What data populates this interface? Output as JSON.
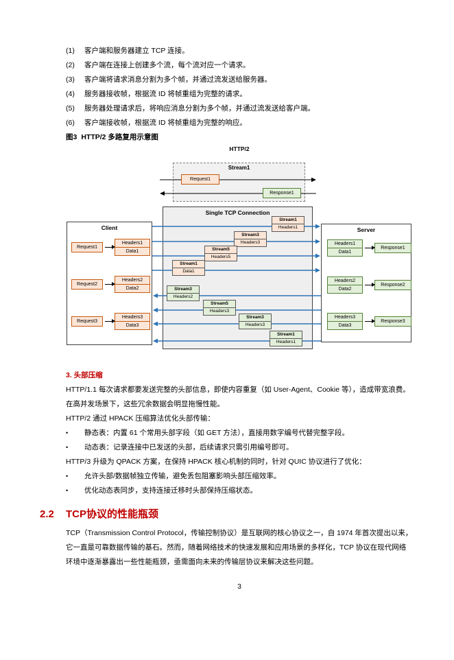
{
  "steps": [
    {
      "num": "(1)",
      "text": "客户端和服务器建立 TCP 连接。"
    },
    {
      "num": "(2)",
      "text": "客户端在连接上创建多个流，每个流对应一个请求。"
    },
    {
      "num": "(3)",
      "text": "客户端将请求消息分割为多个帧，并通过流发送给服务器。"
    },
    {
      "num": "(4)",
      "text": "服务器接收帧，根据流 ID 将帧重组为完整的请求。"
    },
    {
      "num": "(5)",
      "text": "服务器处理请求后，将响应消息分割为多个帧，并通过流发送给客户端。"
    },
    {
      "num": "(6)",
      "text": "客户端接收帧，根据流 ID 将帧重组为完整的响应。"
    }
  ],
  "figure": {
    "caption_label": "图3",
    "caption_text": "HTTP/2 多路复用示意图",
    "diagram": {
      "title": "HTTP/2",
      "stream_group": {
        "label": "Stream1",
        "request": "Request1",
        "response": "Response1"
      },
      "tcp_title": "Single TCP Connection",
      "client": {
        "title": "Client",
        "rows": [
          {
            "request": "Request1",
            "headers": "Headers1",
            "data": "Data1"
          },
          {
            "request": "Request2",
            "headers": "Headers2",
            "data": "Data2"
          },
          {
            "request": "Request3",
            "headers": "Headers3",
            "data": "Data3"
          }
        ]
      },
      "server": {
        "title": "Server",
        "rows": [
          {
            "headers": "Headers1",
            "data": "Data1",
            "response": "Response1"
          },
          {
            "headers": "Headers2",
            "data": "Data2",
            "response": "Response2"
          },
          {
            "headers": "Headers3",
            "data": "Data3",
            "response": "Response3"
          }
        ]
      },
      "frames": [
        {
          "stream": "Stream1",
          "label": "Headers1"
        },
        {
          "stream": "Stream3",
          "label": "Headers3"
        },
        {
          "stream": "Stream5",
          "label": "Headers5"
        },
        {
          "stream": "Stream1",
          "label": "Data1"
        },
        {
          "stream": "Stream3",
          "label": "Headers2"
        },
        {
          "stream": "Stream5",
          "label": "Headers3"
        },
        {
          "stream": "Stream3",
          "label": "Headers3"
        },
        {
          "stream": "Stream1",
          "label": "Headers1"
        }
      ]
    }
  },
  "section3": {
    "heading": "3. 头部压缩",
    "para1": "HTTP/1.1 每次请求都要发送完整的头部信息，即使内容重复（如 User-Agent、Cookie 等），造成带宽浪费。在高并发场景下，这些冗余数据会明显拖慢性能。",
    "para2": "HTTP/2 通过 HPACK 压缩算法优化头部传输：",
    "bullets1": [
      "静态表：内置 61 个常用头部字段（如 GET 方法），直接用数字编号代替完整字段。",
      "动态表：记录连接中已发送的头部，后续请求只需引用编号即可。"
    ],
    "para3": "HTTP/3 升级为 QPACK 方案，在保持 HPACK 核心机制的同时，针对 QUIC 协议进行了优化：",
    "bullets2": [
      "允许头部/数据帧独立传输，避免丢包阻塞影响头部压缩效率。",
      "优化动态表同步，支持连接迁移时头部保持压缩状态。"
    ]
  },
  "section22": {
    "number": "2.2",
    "title": "TCP协议的性能瓶颈",
    "para": "TCP（Transmission Control Protocol，传输控制协议）是互联网的核心协议之一，自 1974 年首次提出以来，它一直是可靠数据传输的基石。然而，随着网络技术的快速发展和应用场景的多样化，TCP 协议在现代网络环境中逐渐暴露出一些性能瓶颈，亟需面向未来的传输层协议来解决这些问题。"
  },
  "footer": {
    "page_number": "3"
  },
  "colors": {
    "heading_red": "#C00000",
    "request_fill": "#FBE5D6",
    "request_border": "#C55A11",
    "response_fill": "#E2EFD9",
    "response_border": "#538135",
    "arrow_blue": "#2E75B6"
  }
}
